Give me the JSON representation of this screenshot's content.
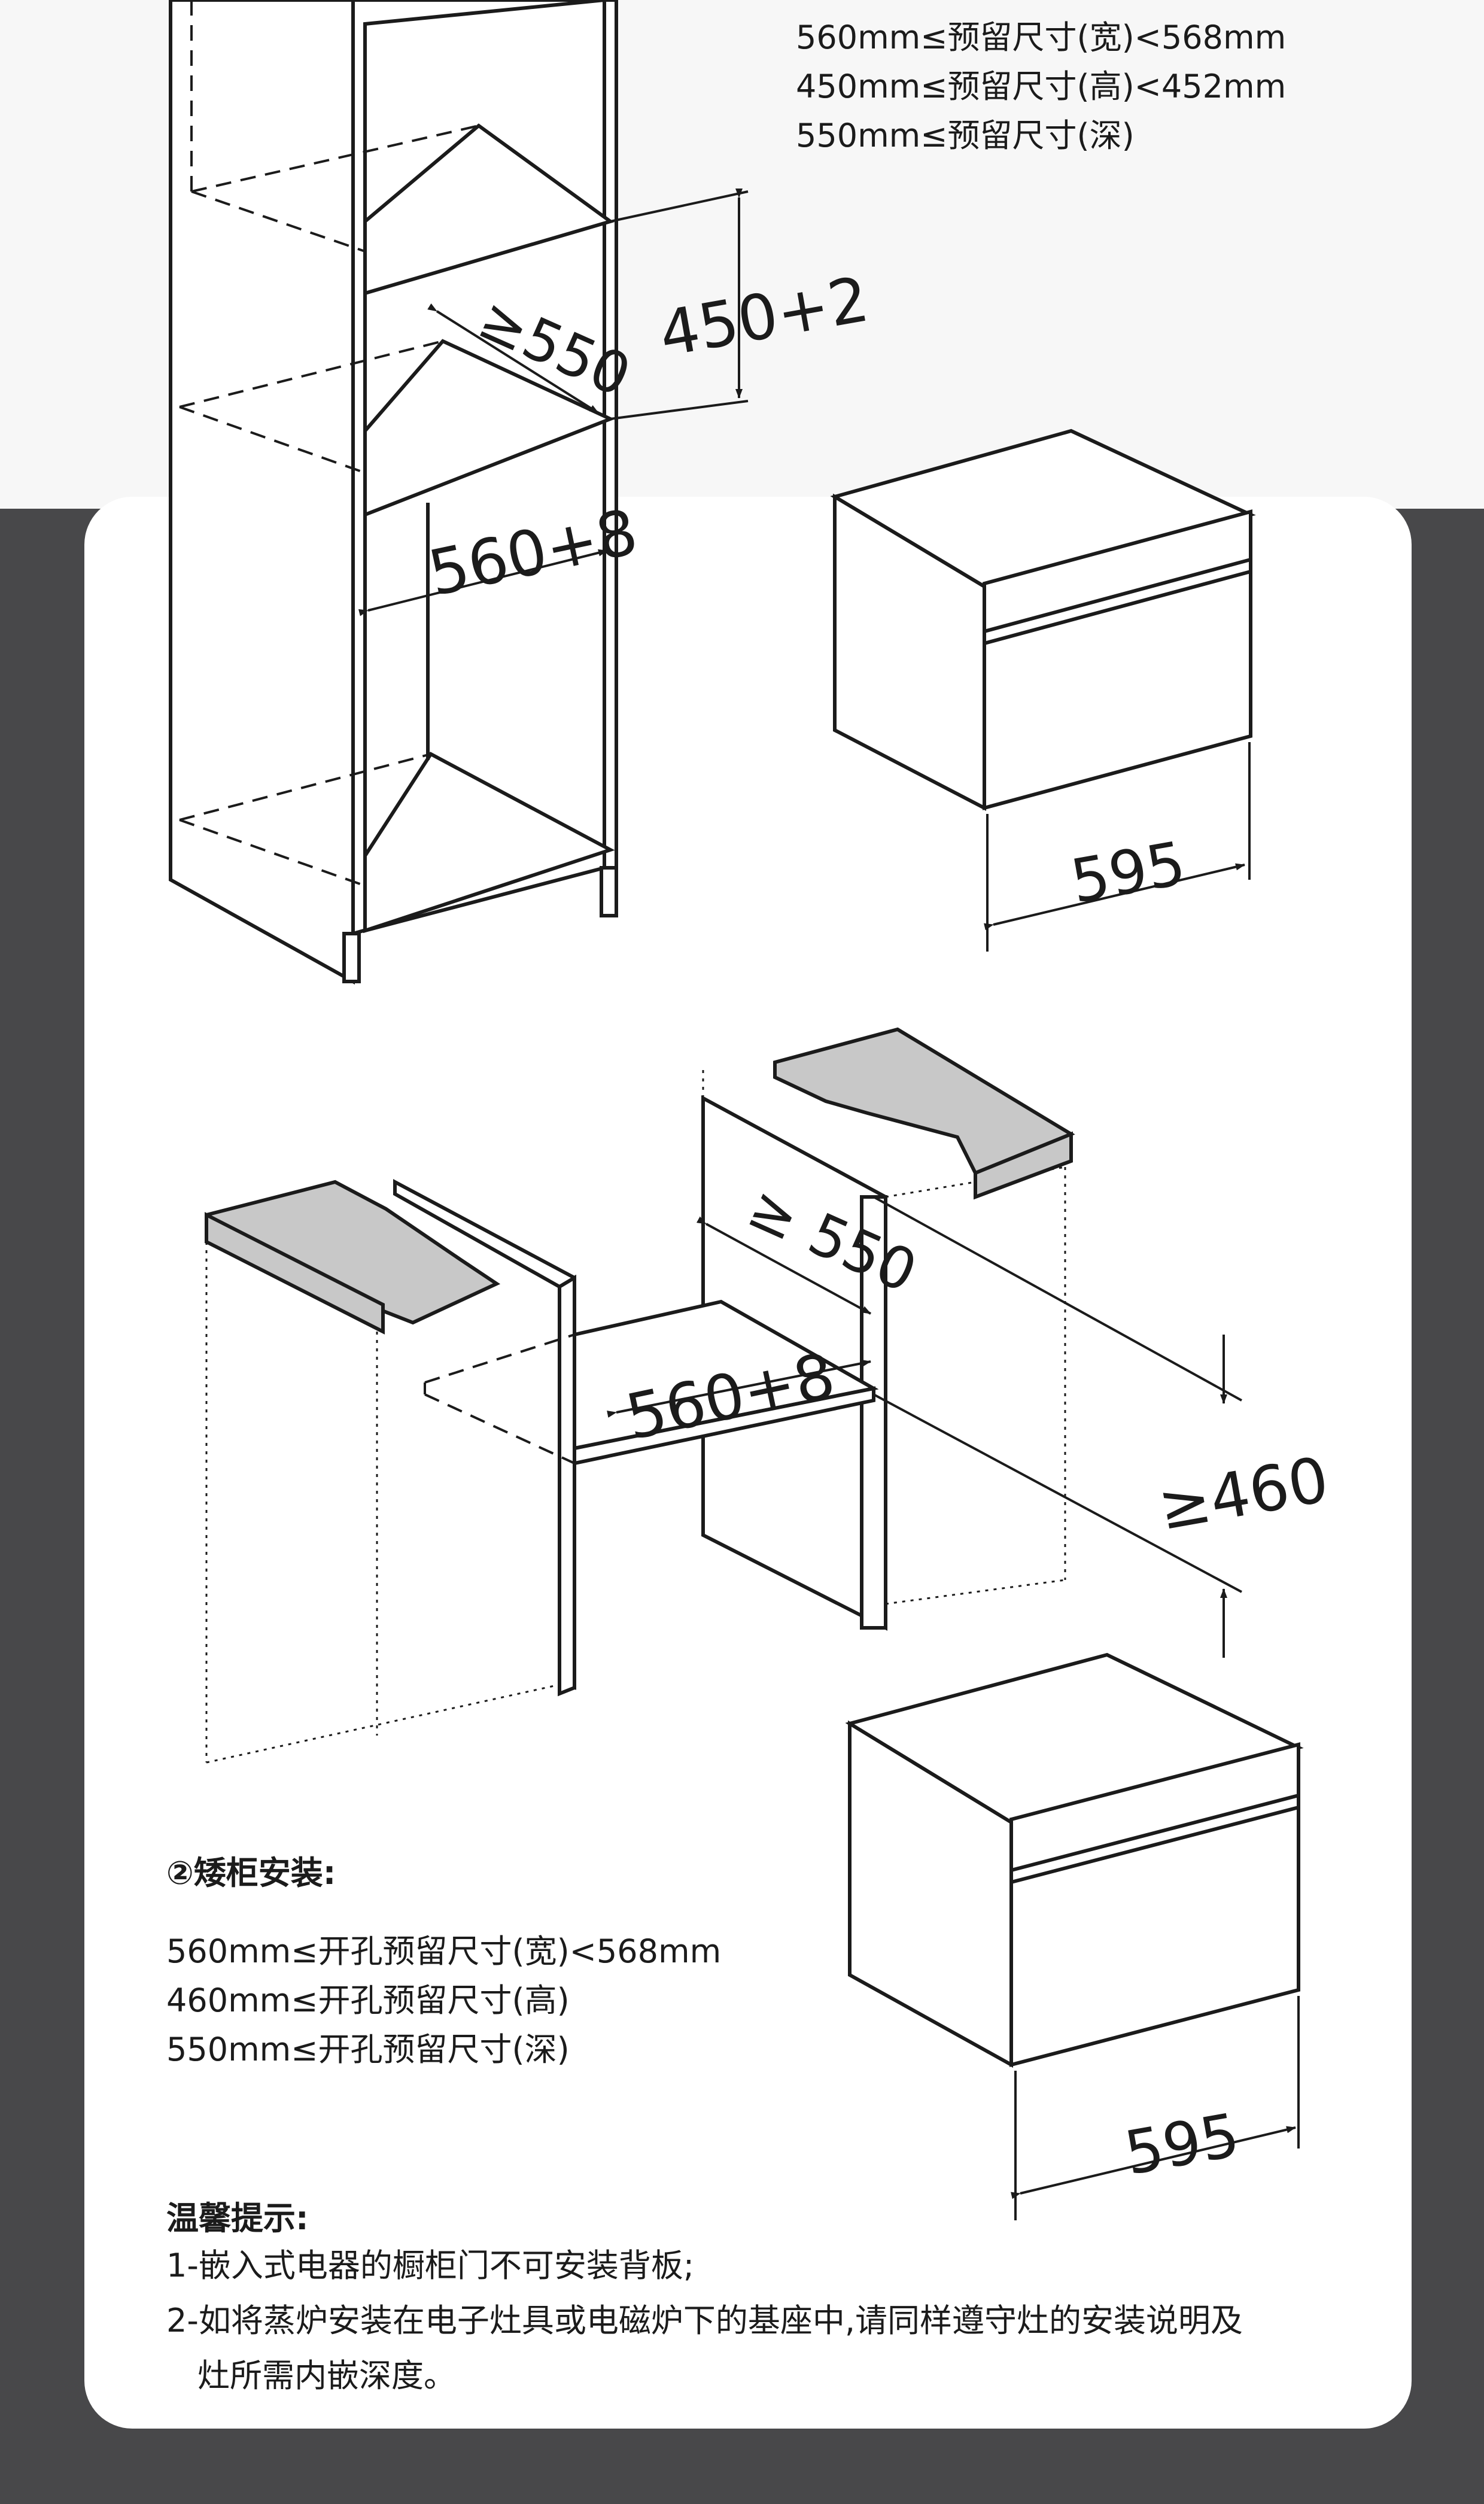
{
  "tall_cabinet": {
    "specs": [
      "560mm≤预留尺寸(宽)<568mm",
      "450mm≤预留尺寸(高)<452mm",
      "550mm≤预留尺寸(深)"
    ],
    "dims": {
      "depth": "≥550",
      "height": "450+2",
      "width": "560+8",
      "appliance_width": "595"
    }
  },
  "low_cabinet": {
    "title": "②矮柜安装:",
    "specs": [
      "560mm≤开孔预留尺寸(宽)<568mm",
      "460mm≤开孔预留尺寸(高)",
      "550mm≤开孔预留尺寸(深)"
    ],
    "dims": {
      "depth": "≥ 550",
      "width": "560+8",
      "height": "≥460",
      "appliance_width": "595"
    }
  },
  "tips": {
    "title": "温馨提示:",
    "items": [
      "1-嵌入式电器的橱柜门不可安装背板;",
      "2-如将蒸炉安装在电子灶具或电磁炉下的基座中,请同样遵守灶的安装说明及",
      "灶所需内嵌深度。"
    ]
  },
  "colors": {
    "background": "#48484a",
    "card": "#ffffff",
    "top_area": "#f7f7f7",
    "line": "#1b1b1b",
    "countertop": "#c8c8c8"
  }
}
